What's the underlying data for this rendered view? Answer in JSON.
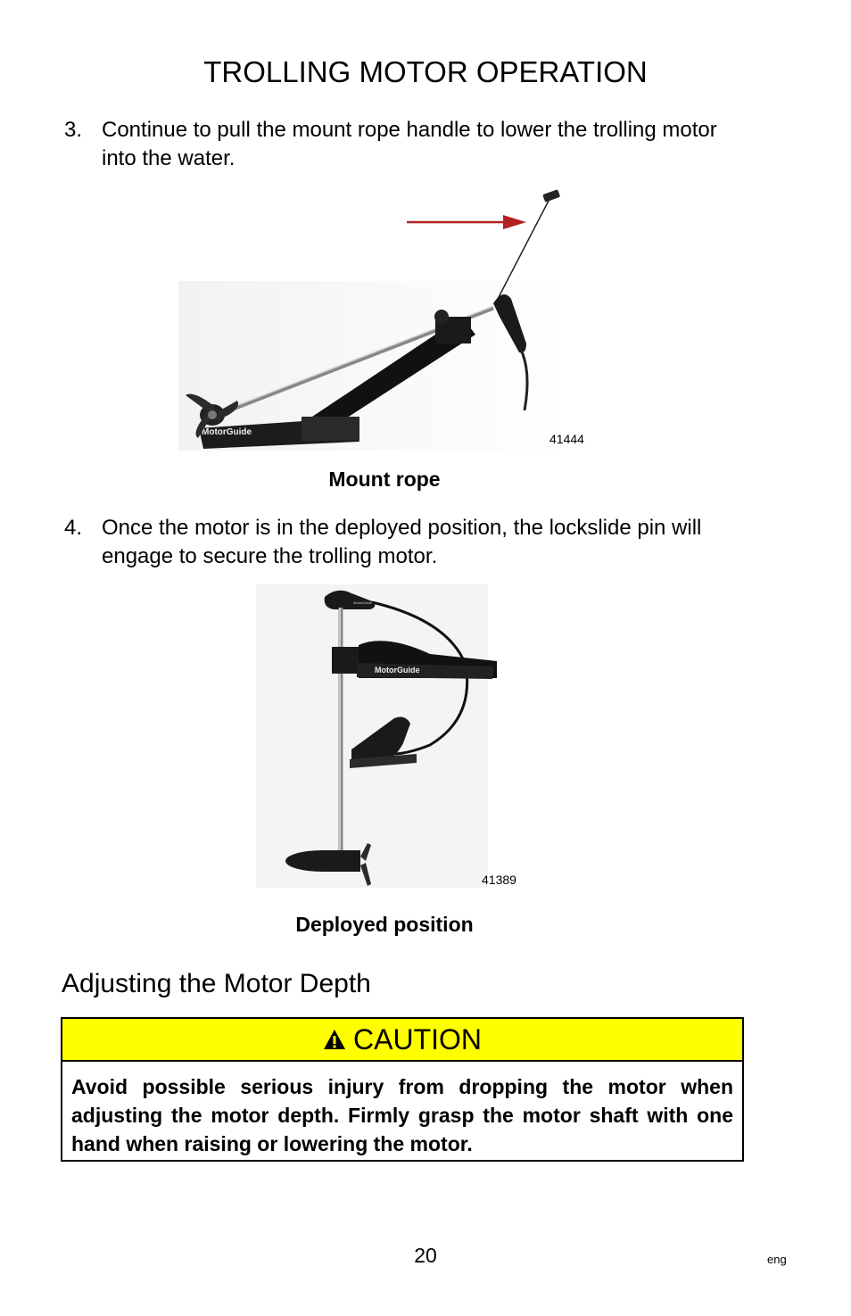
{
  "page": {
    "title": "TROLLING MOTOR OPERATION",
    "page_number": "20",
    "language": "eng"
  },
  "steps": [
    {
      "number": "3.",
      "text": "Continue to pull the mount rope handle to lower the trolling motor into the water."
    },
    {
      "number": "4.",
      "text": "Once the motor is in the deployed position, the lockslide pin will engage to secure the trolling motor."
    }
  ],
  "figures": [
    {
      "id": "41444",
      "brand_label": "MotorGuide",
      "caption": "Mount rope",
      "arrow_color": "#b22222"
    },
    {
      "id": "41389",
      "brand_label": "MotorGuide",
      "caption": "Deployed position"
    }
  ],
  "section": {
    "heading": "Adjusting the Motor Depth"
  },
  "caution": {
    "icon": "warning-triangle-icon",
    "label": "CAUTION",
    "header_color": "#ffff00",
    "text": "Avoid possible serious injury from dropping the motor when adjusting the motor depth. Firmly grasp the motor shaft with one hand when raising or lowering the motor."
  }
}
